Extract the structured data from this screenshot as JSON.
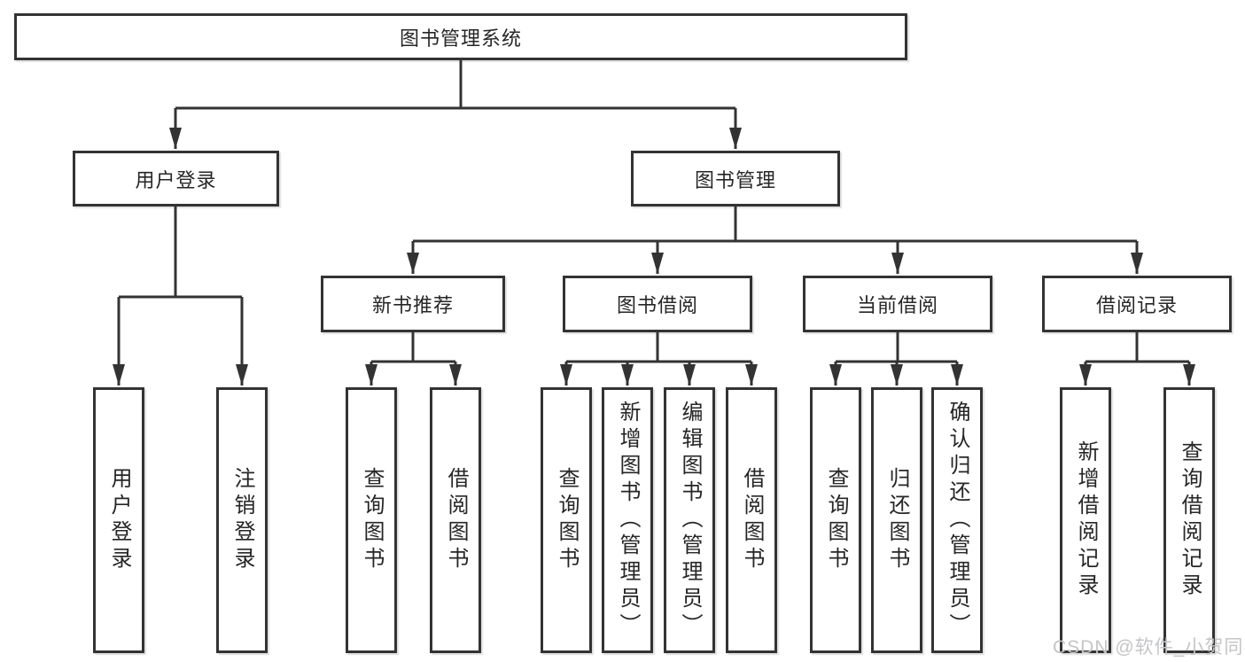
{
  "tree": {
    "root": {
      "label": "图书管理系统"
    },
    "user_login": {
      "label": "用户登录",
      "children": [
        {
          "label": "用户登录"
        },
        {
          "label": "注销登录"
        }
      ]
    },
    "book_management": {
      "label": "图书管理",
      "sections": [
        {
          "label": "新书推荐",
          "children": [
            {
              "label": "查询图书"
            },
            {
              "label": "借阅图书"
            }
          ]
        },
        {
          "label": "图书借阅",
          "children": [
            {
              "label": "查询图书"
            },
            {
              "label": "新增图书（管理员）"
            },
            {
              "label": "编辑图书（管理员）"
            },
            {
              "label": "借阅图书"
            }
          ]
        },
        {
          "label": "当前借阅",
          "children": [
            {
              "label": "查询图书"
            },
            {
              "label": "归还图书"
            },
            {
              "label": "确认归还（管理员）"
            }
          ]
        },
        {
          "label": "借阅记录",
          "children": [
            {
              "label": "新增借阅记录"
            },
            {
              "label": "查询借阅记录"
            }
          ]
        }
      ]
    }
  },
  "watermark": {
    "text": "CSDN @软件_小贺同学"
  },
  "colors": {
    "background": "#ffffff",
    "line": "#333333",
    "border": "#333333",
    "text": "#262626",
    "watermark": "#c4c5c7"
  }
}
